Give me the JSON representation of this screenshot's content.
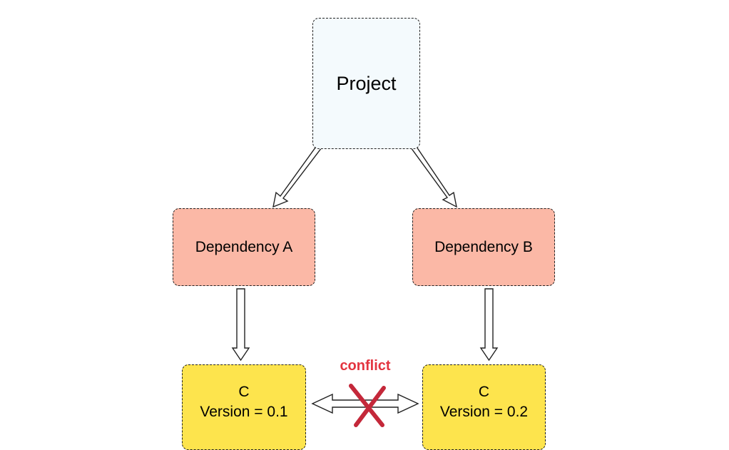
{
  "nodes": {
    "project": {
      "label": "Project"
    },
    "dependency_a": {
      "label": "Dependency A"
    },
    "dependency_b": {
      "label": "Dependency B"
    },
    "c_left": {
      "name": "C",
      "version": "Version = 0.1"
    },
    "c_right": {
      "name": "C",
      "version": "Version = 0.2"
    }
  },
  "conflict": {
    "label": "conflict"
  },
  "colors": {
    "project_fill": "#f4fafd",
    "dependency_fill": "#fbb8a6",
    "c_fill": "#fde44d",
    "conflict_red": "#e3343f",
    "cross_red": "#c4283a",
    "border": "#222222"
  }
}
